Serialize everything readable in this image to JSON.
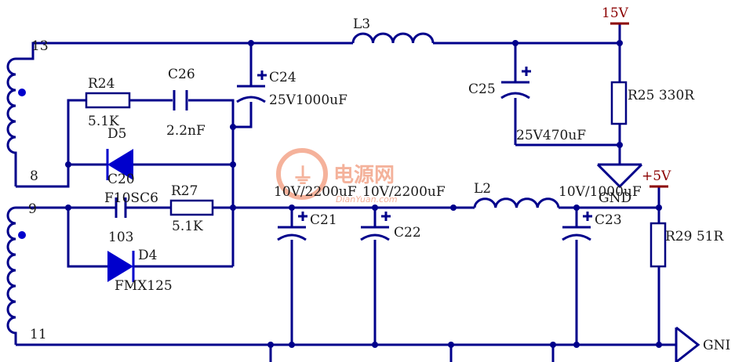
{
  "pins": {
    "p13": "13",
    "p8": "8",
    "p9": "9",
    "p11": "11"
  },
  "components": {
    "L3": "L3",
    "L2": "L2",
    "R24": "R24",
    "R24_val": "5.1K",
    "C26": "C26",
    "C26_val": "2.2nF",
    "C24": "C24",
    "C24_val": "25V1000uF",
    "C25": "C25",
    "C25_val": "25V470uF",
    "R25": "R25 330R",
    "D5": "D5",
    "D5_part": "F10SC6",
    "C20": "C20",
    "C20_val": "103",
    "R27": "R27",
    "R27_val": "5.1K",
    "D4": "D4",
    "D4_part": "FMX125",
    "C21": "C21",
    "C21_val": "10V/2200uF",
    "C22": "C22",
    "C22_val": "10V/2200uF",
    "C23": "C23",
    "C23_val": "10V/1000uF",
    "R29": "R29 51R"
  },
  "rails": {
    "v15": "15V",
    "v5": "+5V",
    "gnd1": "GND",
    "gnd2": "GNI"
  },
  "watermark": {
    "cn": "电源网",
    "en": "DianYuan.com"
  },
  "colors": {
    "wire": "#00008b",
    "component": "#000080",
    "pin_dot": "#0000cc",
    "rail": "#8b0000",
    "watermark": "#f3a58a"
  }
}
